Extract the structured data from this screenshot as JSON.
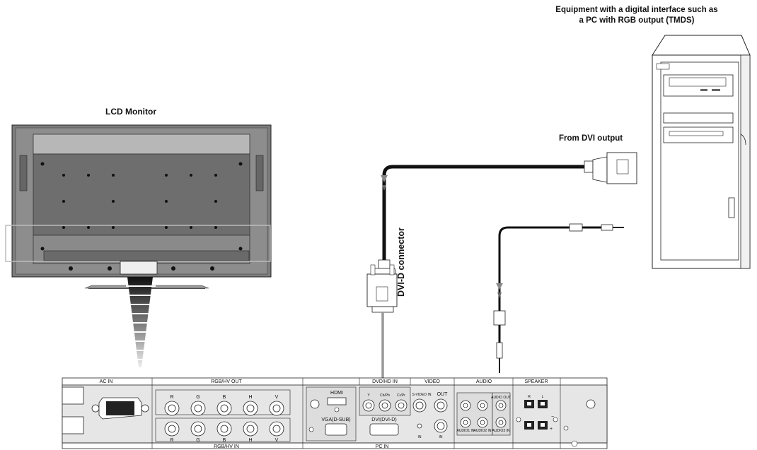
{
  "labels": {
    "equipment_line1": "Equipment with a digital interface such as",
    "equipment_line2": "a PC with RGB output (TMDS)",
    "lcd_monitor": "LCD Monitor",
    "from_dvi_output": "From DVI output",
    "dvid_connector": "DVI-D connector"
  },
  "panel": {
    "ac_in": "AC IN",
    "rgbhv_out": "RGB/HV OUT",
    "rgbhv_in": "RGB/HV IN",
    "dvd_hd_in": "DVD/HD IN",
    "video": "VIDEO",
    "audio": "AUDIO",
    "speaker": "SPEAKER",
    "pc_in": "PC IN",
    "hdmi": "HDMI",
    "vga": "VGA(D-SUB)",
    "dvi": "DVI(DVI-D)",
    "y": "Y",
    "cb": "Cb/Pb",
    "cr": "Cr/Pr",
    "svideo_in": "S-VIDEO IN",
    "out": "OUT",
    "in": "IN",
    "in2": "IN",
    "audio_out": "AUDIO OUT",
    "audio_in1": "AUDIO1 IN",
    "audio_in2": "AUDIO2 IN",
    "audio_in3": "AUDIO3 IN",
    "spk_r": "R",
    "spk_l": "L",
    "minus": "−",
    "plus": "+",
    "top_r": "R",
    "top_g": "G",
    "top_b": "B",
    "top_h": "H",
    "top_v": "V",
    "bot_r": "R",
    "bot_g": "G",
    "bot_b": "B",
    "bot_h": "H",
    "bot_v": "V"
  },
  "colors": {
    "cable": "#111111",
    "panel_fill": "#e6e6e6",
    "monitor_fill": "#9a9a9a",
    "pc_fill": "#ffffff"
  }
}
